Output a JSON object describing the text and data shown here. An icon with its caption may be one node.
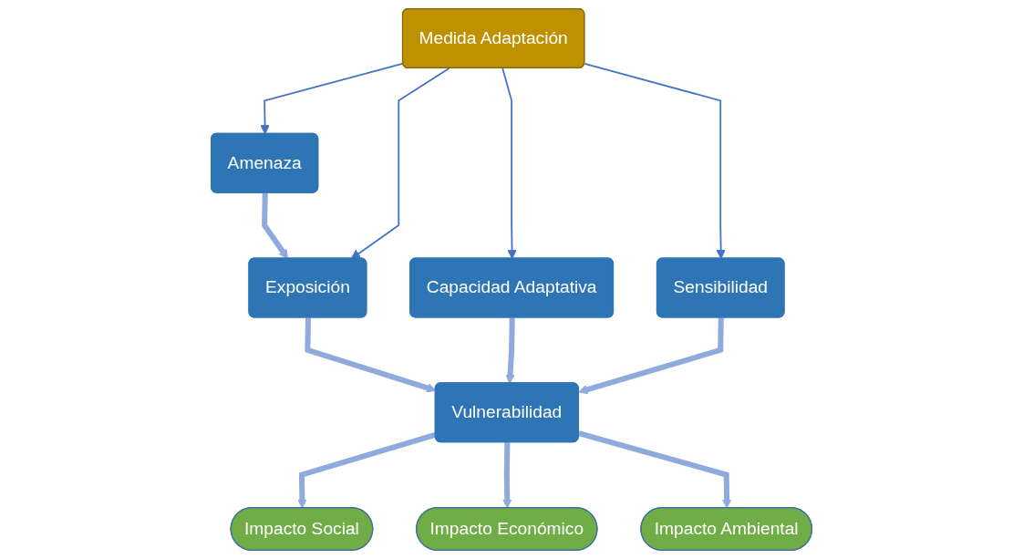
{
  "diagram": {
    "nodes": [
      {
        "text": [
          "Amenaza"
        ]
      },
      {
        "text": [
          "Exposición"
        ]
      },
      {
        "text": [
          "Vulnerabilidad"
        ]
      },
      {
        "text": [
          "Capacidad Adaptativa"
        ]
      },
      {
        "text": [
          "Sensibilidad"
        ]
      },
      {
        "text": [
          "Medida Adaptación"
        ]
      },
      {
        "text": [
          "Impacto Social"
        ]
      },
      {
        "text": [
          "Impacto Económico"
        ]
      },
      {
        "text": [
          "Impacto Ambiental"
        ]
      }
    ],
    "edges": [
      {
        "from": 0,
        "to": 1,
        "arrow": "to",
        "color": "#8faadc"
      },
      {
        "from": 1,
        "to": 2,
        "arrow": "to",
        "color": "#8faadc"
      },
      {
        "from": 3,
        "to": 2,
        "arrow": "to",
        "color": "#8faadc"
      },
      {
        "from": 4,
        "to": 2,
        "arrow": "to",
        "color": "#8faadc"
      },
      {
        "from": 2,
        "to": 6,
        "arrow": "to",
        "color": "#8faadc"
      },
      {
        "from": 2,
        "to": 7,
        "arrow": "to",
        "color": "#8faadc"
      },
      {
        "from": 2,
        "to": 8,
        "arrow": "to",
        "color": "#8faadc"
      },
      {
        "from": 5,
        "to": 0,
        "arrow": "to",
        "color": "#4472c4"
      },
      {
        "from": 5,
        "to": 1,
        "arrow": "to",
        "color": "#4472c4"
      },
      {
        "from": 5,
        "to": 3,
        "arrow": "to",
        "color": "#4472c4"
      },
      {
        "from": 5,
        "to": 4,
        "arrow": "to",
        "color": "#4472c4"
      }
    ]
  }
}
